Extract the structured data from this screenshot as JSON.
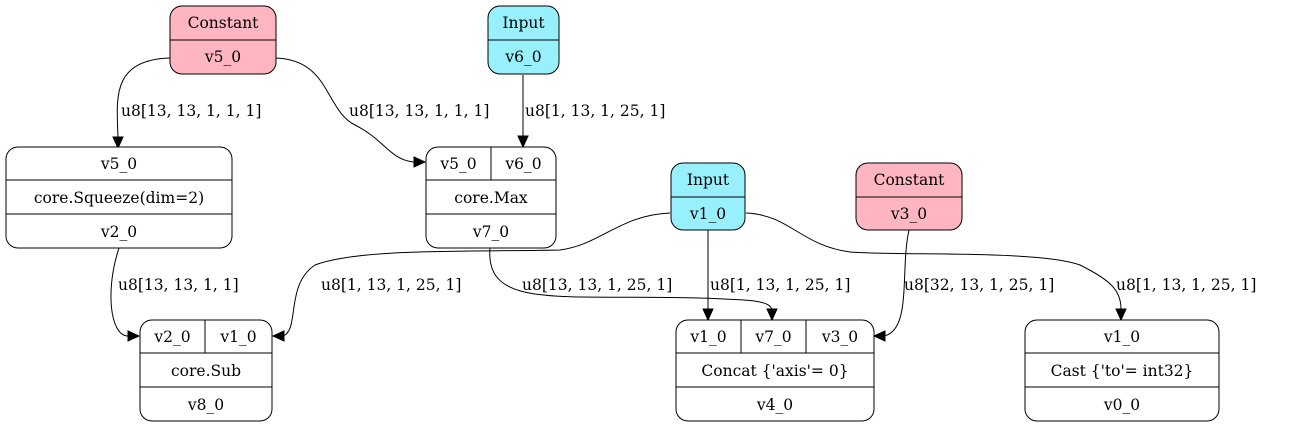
{
  "colors": {
    "constant_fill": "#ffb6c1",
    "input_fill": "#98f0fc",
    "op_fill": "#ffffff",
    "stroke": "#000000"
  },
  "nodes": {
    "constant_v5": {
      "kind": "Constant",
      "output": "v5_0"
    },
    "input_v6": {
      "kind": "Input",
      "output": "v6_0"
    },
    "input_v1": {
      "kind": "Input",
      "output": "v1_0"
    },
    "constant_v3": {
      "kind": "Constant",
      "output": "v3_0"
    },
    "squeeze": {
      "inputs": [
        "v5_0"
      ],
      "op": "core.Squeeze(dim=2)",
      "output": "v2_0"
    },
    "max": {
      "inputs": [
        "v5_0",
        "v6_0"
      ],
      "op": "core.Max",
      "output": "v7_0"
    },
    "sub": {
      "inputs": [
        "v2_0",
        "v1_0"
      ],
      "op": "core.Sub",
      "output": "v8_0"
    },
    "concat": {
      "inputs": [
        "v1_0",
        "v7_0",
        "v3_0"
      ],
      "op": "Concat {'axis'= 0}",
      "output": "v4_0"
    },
    "cast": {
      "inputs": [
        "v1_0"
      ],
      "op": "Cast {'to'= int32}",
      "output": "v0_0"
    }
  },
  "edges": {
    "v5_to_squeeze": "u8[13, 13, 1, 1, 1]",
    "v5_to_max": "u8[13, 13, 1, 1, 1]",
    "v6_to_max": "u8[1, 13, 1, 25, 1]",
    "squeeze_to_sub": "u8[13, 13, 1, 1]",
    "v1_to_sub": "u8[1, 13, 1, 25, 1]",
    "max_to_concat": "u8[13, 13, 1, 25, 1]",
    "v1_to_concat": "u8[1, 13, 1, 25, 1]",
    "v3_to_concat": "u8[32, 13, 1, 25, 1]",
    "v1_to_cast": "u8[1, 13, 1, 25, 1]"
  }
}
